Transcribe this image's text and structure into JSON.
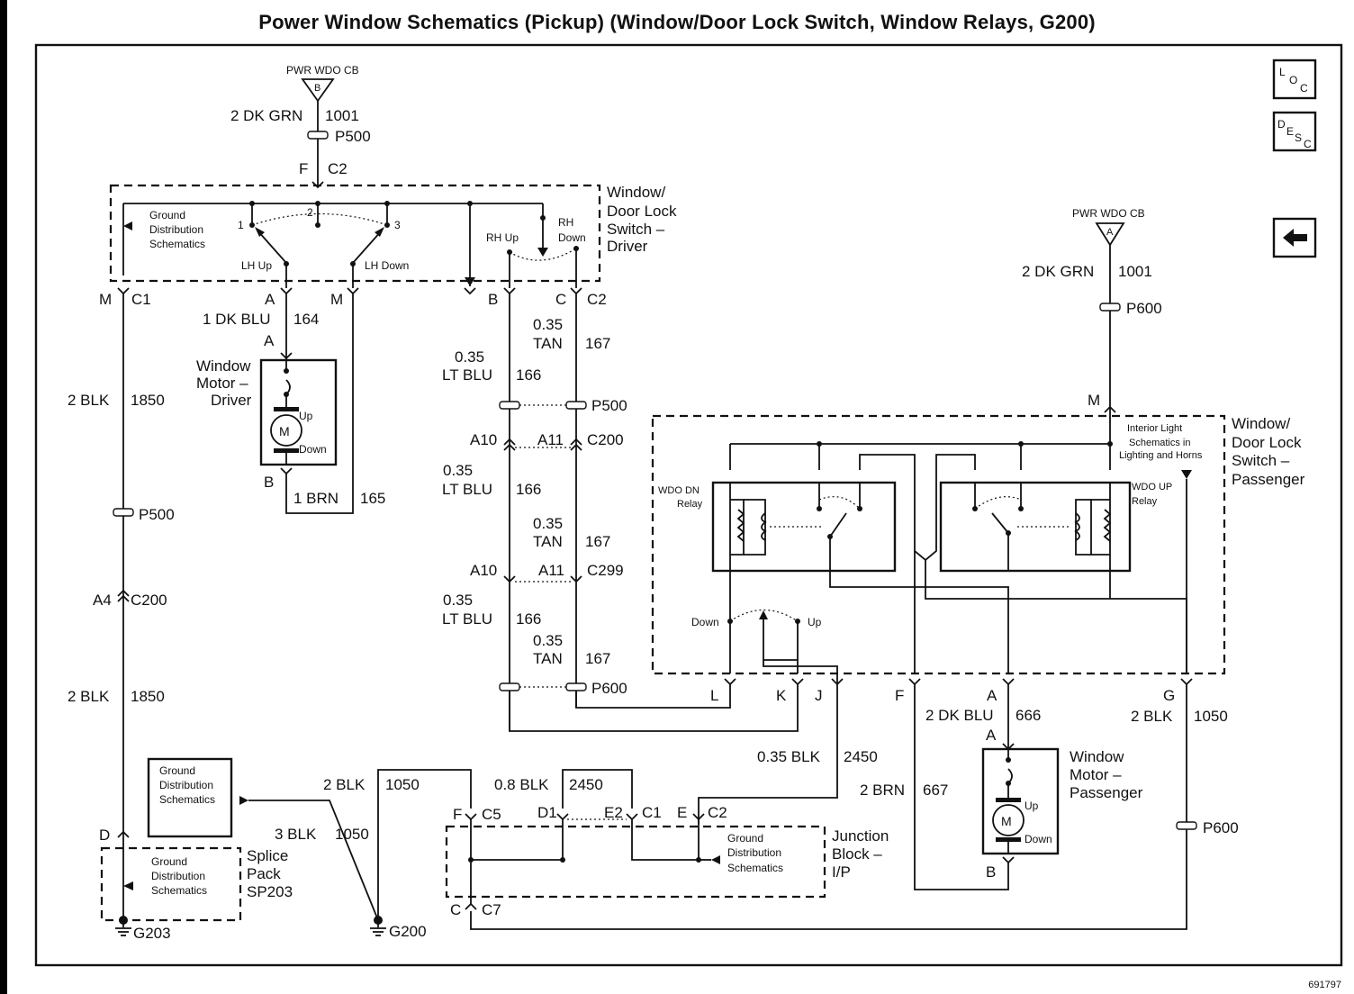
{
  "title": "Power Window Schematics (Pickup) (Window/Door Lock Switch, Window Relays, G200)",
  "figure_number": "691797",
  "nav": {
    "loc_l": "L",
    "loc_o": "O",
    "loc_c": "C",
    "desc_d": "D",
    "desc_e": "E",
    "desc_s": "S",
    "desc_c": "C"
  },
  "labels": {
    "pwr_cb_left": "PWR WDO CB",
    "cb_left_letter": "B",
    "wire_1001_left": "2 DK GRN",
    "circuit_1001_left": "1001",
    "p500_top": "P500",
    "f_pin": "F",
    "c2_top": "C2",
    "driver_switch": [
      "Window/",
      "Door Lock",
      "Switch –",
      "Driver"
    ],
    "gnd_sch_1": [
      "Ground",
      "Distribution",
      "Schematics"
    ],
    "sw_1": "1",
    "sw_2": "2",
    "sw_3": "3",
    "lh_up": "LH Up",
    "lh_down": "LH Down",
    "rh_up": "RH Up",
    "rh_down": [
      "RH",
      "Down"
    ],
    "m_pin_left": "M",
    "c1_left": "C1",
    "a_pin_top": "A",
    "m_pin_mid": "M",
    "b_pin_top": "B",
    "c_pin_top": "C",
    "c2_mid": "C2",
    "wire_164": "1 DK BLU",
    "circuit_164": "164",
    "a_motor_top": "A",
    "driver_motor": [
      "Window",
      "Motor –",
      "Driver"
    ],
    "motor_m": "M",
    "up_1": "Up",
    "down_1": "Down",
    "b_motor_bottom": "B",
    "wire_165": "1 BRN",
    "circuit_165": "165",
    "wire_1850_top": "2 BLK",
    "circuit_1850_top": "1850",
    "p500_left": "P500",
    "a4_pin": "A4",
    "c200_left": "C200",
    "wire_1850_bot": "2 BLK",
    "circuit_1850_bot": "1850",
    "wire_167_a": [
      "0.35",
      "TAN"
    ],
    "circuit_167_a": "167",
    "wire_166_a": [
      "0.35",
      "LT BLU"
    ],
    "circuit_166_a": "166",
    "p500_mid": "P500",
    "a10_1": "A10",
    "a11_1": "A11",
    "c200_mid": "C200",
    "wire_166_b": [
      "0.35",
      "LT BLU"
    ],
    "circuit_166_b": "166",
    "wire_167_b": [
      "0.35",
      "TAN"
    ],
    "circuit_167_b": "167",
    "a10_2": "A10",
    "a11_2": "A11",
    "c299": "C299",
    "wire_166_c": [
      "0.35",
      "LT BLU"
    ],
    "circuit_166_c": "166",
    "wire_167_c": [
      "0.35",
      "TAN"
    ],
    "circuit_167_c": "167",
    "p600_mid": "P600",
    "pwr_cb_right": "PWR WDO CB",
    "cb_right_letter": "A",
    "wire_1001_right": "2 DK GRN",
    "circuit_1001_right": "1001",
    "p600_top": "P600",
    "m_pin_right": "M",
    "interior_light": [
      "Interior Light",
      "Schematics in",
      "Lighting and Horns"
    ],
    "pass_switch": [
      "Window/",
      "Door Lock",
      "Switch –",
      "Passenger"
    ],
    "wdo_dn": [
      "WDO DN",
      "Relay"
    ],
    "wdo_up": [
      "WDO UP",
      "Relay"
    ],
    "down_sw": "Down",
    "up_sw": "Up",
    "pin_l": "L",
    "pin_k": "K",
    "pin_j": "J",
    "pin_f": "F",
    "pin_a": "A",
    "pin_g": "G",
    "wire_666": "2 DK BLU",
    "circuit_666": "666",
    "a_pass_motor": "A",
    "pass_motor": [
      "Window",
      "Motor –",
      "Passenger"
    ],
    "motor_m2": "M",
    "up_2": "Up",
    "down_2": "Down",
    "b_pass_motor": "B",
    "wire_1050_right": "2 BLK",
    "circuit_1050_right": "1050",
    "p600_right": "P600",
    "wire_2450_top": "0.35 BLK",
    "circuit_2450_top": "2450",
    "wire_667": "2 BRN",
    "circuit_667": "667",
    "gnd_sch_2": [
      "Ground",
      "Distribution",
      "Schematics"
    ],
    "wire_1050_a": "2 BLK",
    "circuit_1050_a": "1050",
    "wire_1050_b": "3 BLK",
    "circuit_1050_b": "1050",
    "wire_2450_bot": "0.8 BLK",
    "circuit_2450_bot": "2450",
    "f_jb": "F",
    "c5": "C5",
    "d1": "D1",
    "e2": "E2",
    "c1_jb": "C1",
    "e_jb": "E",
    "c2_jb": "C2",
    "gnd_sch_3": [
      "Ground",
      "Distribution",
      "Schematics"
    ],
    "junction_block": [
      "Junction",
      "Block –",
      "I/P"
    ],
    "c_jb": "C",
    "c7": "C7",
    "d_pin": "D",
    "gnd_sch_4": [
      "Ground",
      "Distribution",
      "Schematics"
    ],
    "splice_pack": [
      "Splice",
      "Pack",
      "SP203"
    ],
    "g203": "G203",
    "g200": "G200"
  }
}
